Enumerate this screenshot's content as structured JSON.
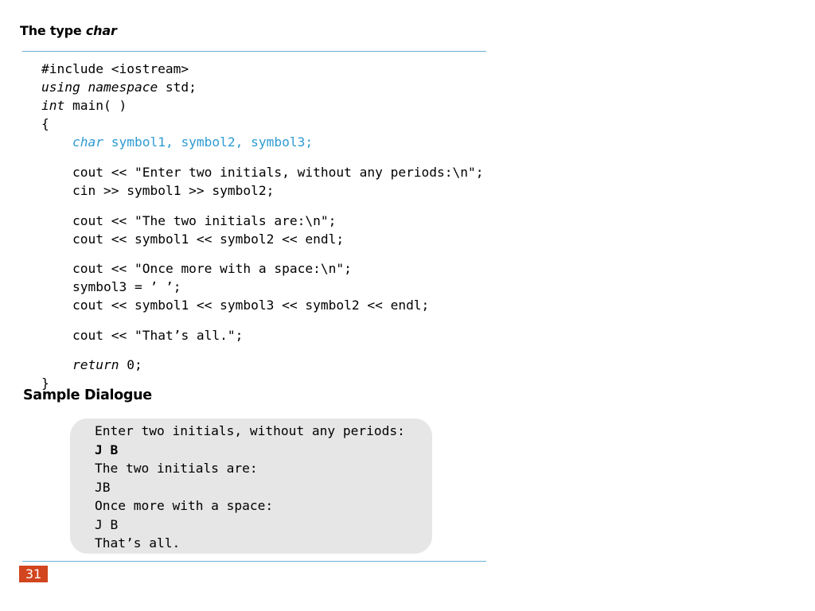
{
  "header": {
    "title_prefix": "The type ",
    "title_emphasis": "char"
  },
  "code": {
    "line_include": "#include <iostream>",
    "line_using_kw": "using namespace",
    "line_using_rest": " std;",
    "line_main_kw": "int",
    "line_main_rest": " main( )",
    "open_brace": "{",
    "decl_kw": "char",
    "decl_rest": " symbol1, symbol2, symbol3;",
    "prompt_line": "cout << \"Enter two initials, without any periods:\\n\";",
    "cin_line": "cin >> symbol1 >> symbol2;",
    "initials_msg_line": "cout << \"The two initials are:\\n\";",
    "initials_out_line": "cout << symbol1 << symbol2 << endl;",
    "space_msg_line": "cout << \"Once more with a space:\\n\";",
    "assign_line": "symbol3 = ’ ’;",
    "space_out_line": "cout << symbol1 << symbol3 << symbol2 << endl;",
    "thats_all_line": "cout << \"That’s all.\";",
    "return_kw": "return",
    "return_rest": " 0;",
    "close_brace": "}"
  },
  "sample": {
    "heading": "Sample Dialogue",
    "lines": [
      "Enter two initials, without any periods:",
      "J B",
      "The two initials are:",
      "JB",
      "Once more with a space:",
      "J B",
      "That’s all."
    ]
  },
  "footer": {
    "page_number": "31"
  },
  "colors": {
    "rule": "#6ab1d6",
    "highlight": "#2e9bd3",
    "dialogue_bg": "#e6e6e6",
    "page_badge": "#d2451e"
  }
}
